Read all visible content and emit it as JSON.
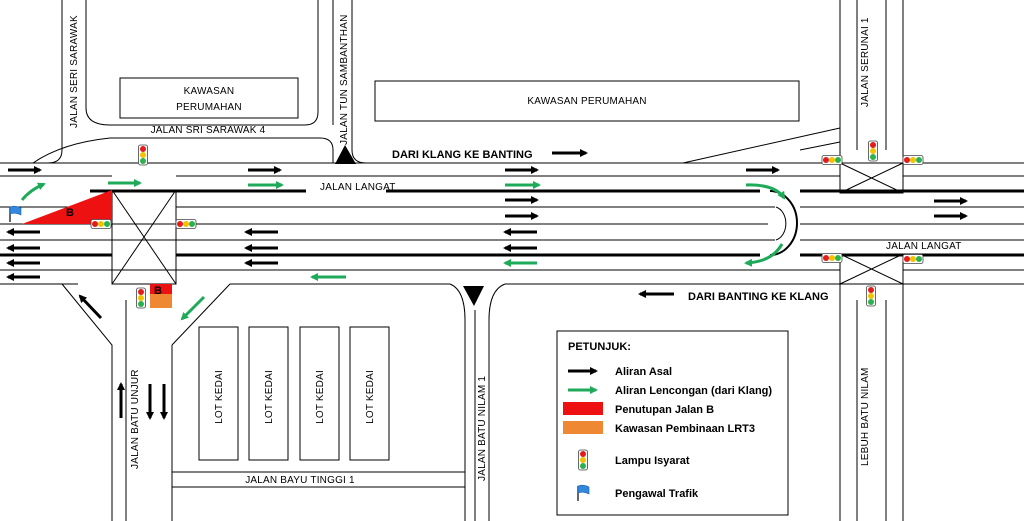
{
  "colors": {
    "flow_original": "#000000",
    "flow_diversion": "#1faa5a",
    "closure": "#ee1111",
    "lrt3_zone": "#ee8833",
    "flagman": "#3388dd",
    "signal_red": "#e21b1b",
    "signal_amber": "#f2c200",
    "signal_green": "#2bb24c"
  },
  "streets": {
    "seri_sarawak": "JALAN SERI SARAWAK",
    "sri_sarawak_4": "JALAN SRI SARAWAK 4",
    "tun_sambanthan": "JALAN TUN SAMBANTHAN",
    "serunai_1": "JALAN SERUNAI 1",
    "langat_west": "JALAN LANGAT",
    "langat_east": "JALAN LANGAT",
    "batu_unjur": "JALAN BATU UNJUR",
    "batu_nilam_1": "JALAN BATU NILAM 1",
    "bayu_tinggi_1": "JALAN BAYU TINGGI 1",
    "lebuh_batu_nilam": "LEBUH BATU NILAM"
  },
  "blocks": {
    "housing_west": [
      "KAWASAN",
      "PERUMAHAN"
    ],
    "housing_east": "KAWASAN PERUMAHAN",
    "shop_lots": [
      "LOT KEDAI",
      "LOT KEDAI",
      "LOT KEDAI",
      "LOT KEDAI"
    ]
  },
  "directions": {
    "klang_to_banting": "DARI KLANG KE BANTING",
    "banting_to_klang": "DARI BANTING KE KLANG"
  },
  "closure_markers": {
    "red_zone": "B",
    "orange_zone": "B"
  },
  "legend": {
    "title": "PETUNJUK:",
    "items": [
      {
        "symbol": "black-arrow",
        "label": "Aliran Asal"
      },
      {
        "symbol": "green-arrow",
        "label": "Aliran Lencongan (dari Klang)"
      },
      {
        "symbol": "red-swatch",
        "label": "Penutupan Jalan B"
      },
      {
        "symbol": "orange-swatch",
        "label": "Kawasan Pembinaan LRT3"
      },
      {
        "symbol": "traffic-light",
        "label": "Lampu Isyarat"
      },
      {
        "symbol": "flag",
        "label": "Pengawal Trafik"
      }
    ]
  }
}
